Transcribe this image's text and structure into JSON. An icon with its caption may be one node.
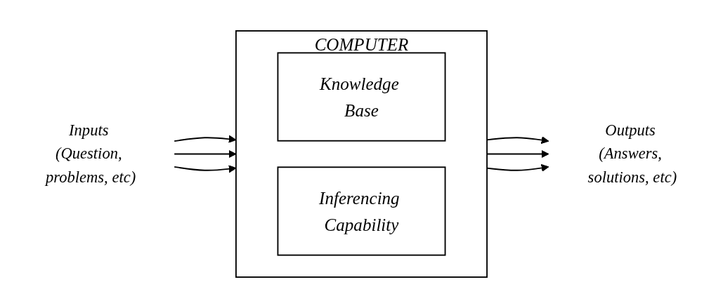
{
  "diagram": {
    "nodes": [
      {
        "text": [
          "COMPUTER"
        ]
      },
      {
        "text": [
          "Inputs (Question, problems, etc)"
        ]
      },
      {
        "text": [
          "Knowledge Base"
        ],
        "in": 0
      },
      {
        "text": [
          "Inferencing Capability"
        ],
        "in": 0
      },
      {
        "text": [
          "Outputs (Answers, solutions, etc)"
        ]
      }
    ],
    "edges": [
      {
        "from": 1,
        "to": 0,
        "arrow": "to"
      },
      {
        "from": 1,
        "to": 0,
        "arrow": "to"
      },
      {
        "from": 1,
        "to": 0,
        "arrow": "to"
      },
      {
        "from": 0,
        "to": 4,
        "arrow": "to"
      },
      {
        "from": 0,
        "to": 4,
        "arrow": "to"
      },
      {
        "from": 0,
        "to": 4,
        "arrow": "to"
      }
    ]
  }
}
